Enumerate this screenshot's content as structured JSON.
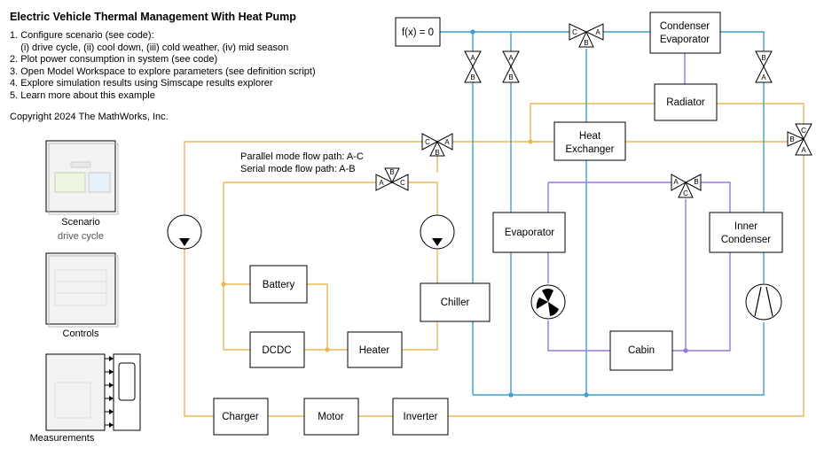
{
  "intro": {
    "title": "Electric Vehicle Thermal Management With Heat Pump",
    "steps": [
      "1. Configure scenario (see code):",
      "    (i) drive cycle, (ii) cool down, (iii) cold weather, (iv) mid season",
      "2. Plot power consumption in system (see code)",
      "3. Open Model Workspace to explore parameters (see definition script)",
      "4. Explore simulation results using Simscape results explorer",
      "5. Learn more about this example"
    ],
    "copyright": "Copyright 2024 The MathWorks, Inc."
  },
  "blocks": {
    "scenario": {
      "name": "Scenario",
      "sub": "drive cycle"
    },
    "controls": {
      "name": "Controls"
    },
    "measurements": {
      "name": "Measurements"
    }
  },
  "components": {
    "battery": "Battery",
    "dcdc": "DCDC",
    "heater": "Heater",
    "chiller": "Chiller",
    "charger": "Charger",
    "motor": "Motor",
    "inverter": "Inverter",
    "evaporator": "Evaporator",
    "cabin": "Cabin",
    "radiator": "Radiator",
    "heat_exchanger": [
      "Heat",
      "Exchanger"
    ],
    "condenser_evaporator": [
      "Condenser",
      "Evaporator"
    ],
    "inner_condenser": [
      "Inner",
      "Condenser"
    ],
    "solver": "f(x) = 0"
  },
  "annotations": {
    "parallel": "Parallel mode flow path: A-C",
    "serial": "Serial mode flow path: A-B"
  },
  "valve_ports": {
    "a": "A",
    "b": "B",
    "c": "C"
  },
  "colors": {
    "coolant": "#e8b755",
    "refrigerant": "#3c9fcd",
    "air": "#9a73e8",
    "block_border": "#000000"
  }
}
